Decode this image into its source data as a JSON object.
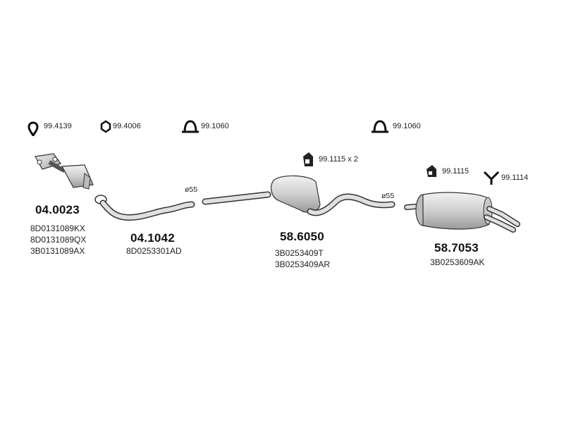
{
  "hardware": {
    "h1": "99.4139",
    "h2": "99.4006",
    "h3": "99.1060",
    "h4": "99.1060",
    "h5": "99.1115",
    "h5_qty": "x 2",
    "h6": "99.1115",
    "h7": "99.1114"
  },
  "parts": {
    "catalyst": {
      "number": "04.0023",
      "oem": [
        "8D0131089KX",
        "8D0131089QX",
        "3B0131089AX"
      ]
    },
    "front_pipe": {
      "number": "04.1042",
      "oem": [
        "8D0253301AD"
      ]
    },
    "middle_silencer": {
      "number": "58.6050",
      "oem": [
        "3B0253409T",
        "3B0253409AR"
      ]
    },
    "rear_silencer": {
      "number": "58.7053",
      "oem": [
        "3B0253609AK"
      ]
    }
  },
  "diameters": {
    "d1": "ø55",
    "d2": "ø55"
  },
  "colors": {
    "part_fill": "#d9d9d9",
    "part_stroke": "#333333",
    "icon_fill": "#1a1a1a"
  }
}
